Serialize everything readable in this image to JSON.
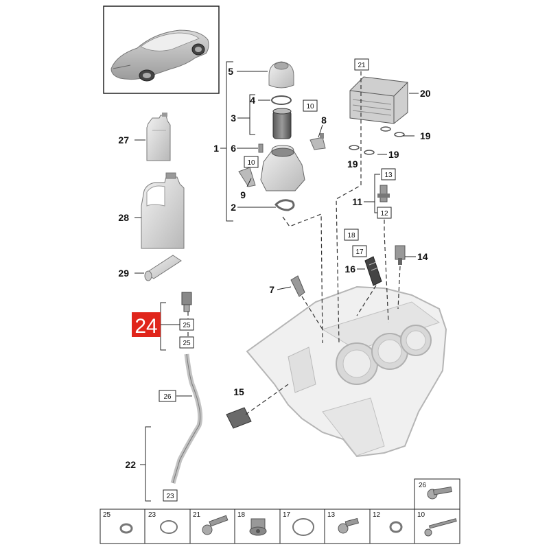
{
  "colors": {
    "highlight": "#e0251b",
    "line": "#222222",
    "part_light": "#eaeaea",
    "part_mid": "#c9c9c9",
    "part_dark": "#8f8f8f"
  },
  "vehicle_thumbnail": {
    "icon": "car-illustration"
  },
  "highlighted_item": {
    "label": "24",
    "sub_refs": [
      "25",
      "25"
    ]
  },
  "callouts": {
    "c1": "1",
    "c2": "2",
    "c3": "3",
    "c4": "4",
    "c5": "5",
    "c6": "6",
    "c7": "7",
    "c8": "8",
    "c9": "9",
    "c11": "11",
    "c14": "14",
    "c15": "15",
    "c16": "16",
    "c19a": "19",
    "c19b": "19",
    "c19c": "19",
    "c20": "20",
    "c22": "22",
    "c27": "27",
    "c28": "28",
    "c29": "29"
  },
  "boxed_refs": {
    "b10a": "10",
    "b10b": "10",
    "b12": "12",
    "b13": "13",
    "b17": "17",
    "b18": "18",
    "b21": "21",
    "b23": "23",
    "b26": "26"
  },
  "fastener_strip": [
    {
      "label": "25",
      "icon": "o-ring-small-icon"
    },
    {
      "label": "23",
      "icon": "o-ring-icon"
    },
    {
      "label": "21",
      "icon": "bolt-icon"
    },
    {
      "label": "18",
      "icon": "plug-screw-icon"
    },
    {
      "label": "17",
      "icon": "seal-ring-icon"
    },
    {
      "label": "13",
      "icon": "bolt-icon"
    },
    {
      "label": "12",
      "icon": "o-ring-small-icon"
    },
    {
      "label": "10",
      "icon": "long-bolt-icon"
    }
  ],
  "extra_fastener": {
    "label": "26",
    "icon": "bolt-icon"
  }
}
